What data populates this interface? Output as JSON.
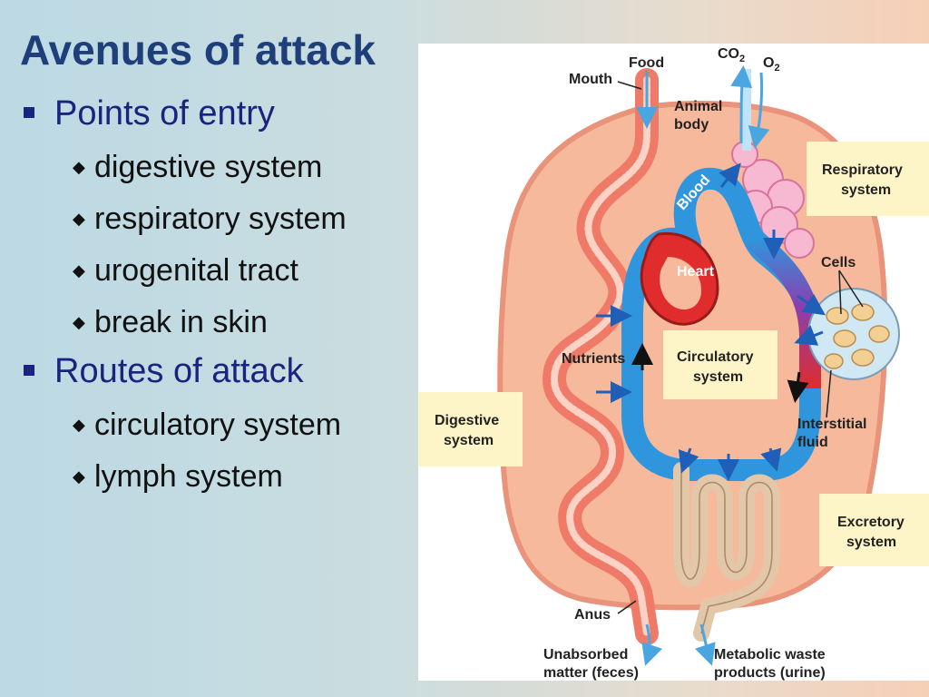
{
  "slide": {
    "title": "Avenues of attack",
    "sections": [
      {
        "heading": "Points of entry",
        "items": [
          "digestive system",
          "respiratory system",
          "urogenital tract",
          "break in skin"
        ]
      },
      {
        "heading": "Routes of attack",
        "items": [
          "circulatory system",
          "lymph system"
        ]
      }
    ]
  },
  "diagram": {
    "labels": {
      "food": "Food",
      "co2": "CO",
      "co2_sub": "2",
      "o2": "O",
      "o2_sub": "2",
      "mouth": "Mouth",
      "animal_body_1": "Animal",
      "animal_body_2": "body",
      "blood": "Blood",
      "heart": "Heart",
      "respiratory_1": "Respiratory",
      "respiratory_2": "system",
      "cells": "Cells",
      "nutrients": "Nutrients",
      "circulatory_1": "Circulatory",
      "circulatory_2": "system",
      "digestive_1": "Digestive",
      "digestive_2": "system",
      "interstitial_1": "Interstitial",
      "interstitial_2": "fluid",
      "excretory_1": "Excretory",
      "excretory_2": "system",
      "anus": "Anus",
      "unabsorbed_1": "Unabsorbed",
      "unabsorbed_2": "matter (feces)",
      "metabolic_1": "Metabolic waste",
      "metabolic_2": "products (urine)"
    },
    "colors": {
      "body": "#f6b99c",
      "body_outline": "#e8937a",
      "digestive": "#f07a68",
      "circulatory": "#2f96dd",
      "oxygenated": "#e02c2c",
      "respiratory": "#f7b8d2",
      "excretory": "#e2c8a8",
      "label_box": "#fdf5c8"
    }
  }
}
